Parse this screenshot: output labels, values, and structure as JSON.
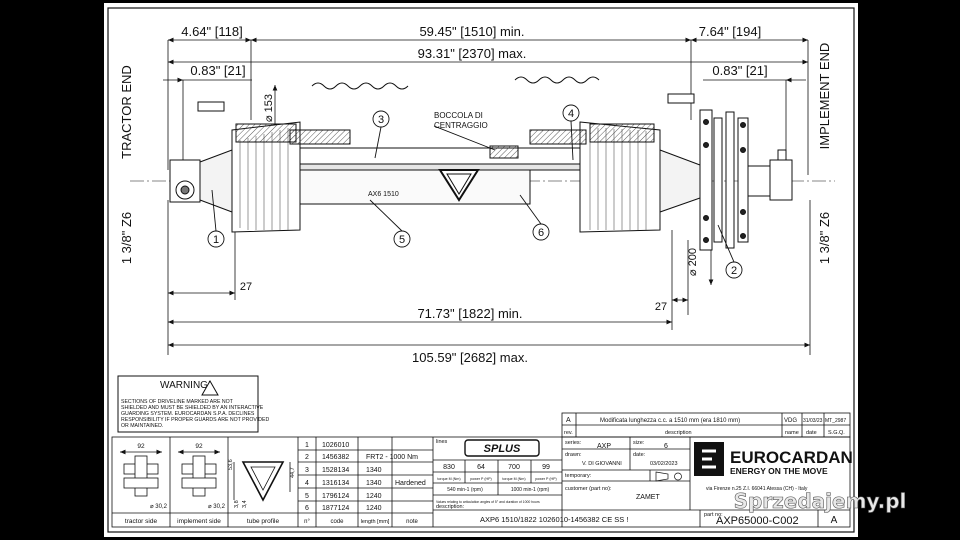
{
  "dims": {
    "left_total": "4.64\" [118]",
    "left_inner": "0.83\" [21]",
    "min_top": "59.45\" [1510] min.",
    "max_top": "93.31\" [2370] max.",
    "right_total": "7.64\" [194]",
    "right_inner": "0.83\" [21]",
    "min_bottom": "71.73\" [1822] min.",
    "max_bottom": "105.59\" [2682] max.",
    "d153": "⌀ 153",
    "d200": "⌀ 200",
    "gap_left": "27",
    "gap_right": "27",
    "tractor_end": "TRACTOR END",
    "implement_end": "IMPLEMENT END",
    "z6_left": "1 3/8\" Z6",
    "z6_right": "1 3/8\" Z6"
  },
  "callouts": {
    "c1": "1",
    "c2": "2",
    "c3": "3",
    "c4": "4",
    "c5": "5",
    "c6": "6",
    "boccola_1": "BOCCOLA DI",
    "boccola_2": "CENTRAGGIO",
    "tube_label": "AX6  1510"
  },
  "warning": {
    "title": "WARNING!",
    "text": [
      "SECTIONS OF DRIVELINE MARKED        ARE NOT",
      "SHIELDED AND MUST BE SHIELDED BY AN INTERACTIVE",
      "GUARDING SYSTEM.  EUROCARDAN S.P.A. DECLINES",
      "RESPONSIBILITY IF PROPER GUARDS ARE NOT PROVIDED",
      "OR MAINTAINED."
    ]
  },
  "views": {
    "tractor_side": "tractor side",
    "implement_side": "implement side",
    "tube_profile": "tube profile",
    "dim92_a": "92",
    "dim92_b": "92",
    "dia30_a": "⌀ 30,2",
    "dia30_b": "⌀ 30,2",
    "dim536": "53,6",
    "dim447": "44,7",
    "dim38": "3,8",
    "dim34": "3,4"
  },
  "parts": {
    "headers": [
      "n°",
      "code",
      "length [mm]",
      "note"
    ],
    "rows": [
      {
        "n": "1",
        "code": "1026010",
        "length": "",
        "note": ""
      },
      {
        "n": "2",
        "code": "1456382",
        "length": "FRT2 - 1000 Nm",
        "note": ""
      },
      {
        "n": "3",
        "code": "1528134",
        "length": "1340",
        "note": ""
      },
      {
        "n": "4",
        "code": "1316134",
        "length": "1340",
        "note": "Hardened"
      },
      {
        "n": "5",
        "code": "1796124",
        "length": "1240",
        "note": ""
      },
      {
        "n": "6",
        "code": "1877124",
        "length": "1240",
        "note": ""
      }
    ]
  },
  "lines": {
    "label": "lines",
    "logo": "SPLUS",
    "values": [
      "830",
      "64",
      "700",
      "99"
    ],
    "sub": [
      "torque M (Nm)",
      "power P (HP)",
      "torque M (Nm)",
      "power P (HP)"
    ],
    "rpm": [
      "540 min-1 (rpm)",
      "1000 min-1 (rpm)"
    ],
    "note": "Values relating to articulation angles of 5° and duration of 1000 hours",
    "description_label": "description:",
    "description": "AXP6  1510/1822  1026010-1456382  CE SS !"
  },
  "revision": {
    "rev": "A",
    "text": "Modificata lunghezza c.c. a 1510 mm (era 1810 mm)",
    "name": "VDG",
    "date": "31/03/23",
    "ref": "MT_2987",
    "h_rev": "rev.",
    "h_desc": "description",
    "h_name": "name",
    "h_date": "date",
    "h_sgq": "S.G.Q."
  },
  "meta": {
    "series_label": "series:",
    "series": "AXP",
    "size_label": "size:",
    "size": "6",
    "drawn_label": "drawn:",
    "drawn": "V. DI GIOVANNI",
    "date_label": "date:",
    "date": "03/02/2023",
    "temporary_label": "temporary:",
    "customer_label": "customer (part no):",
    "customer": "ZAMET",
    "partno_label": "part no:",
    "partno": "AXP65000-C002",
    "rev_letter": "A"
  },
  "company": {
    "name": "EUROCARDAN",
    "tagline": "ENERGY ON THE MOVE",
    "address": "via Firenze n.25 Z.I. 66041 Atessa (CH) - Italy"
  },
  "watermark": "Sprzedajemy.pl"
}
